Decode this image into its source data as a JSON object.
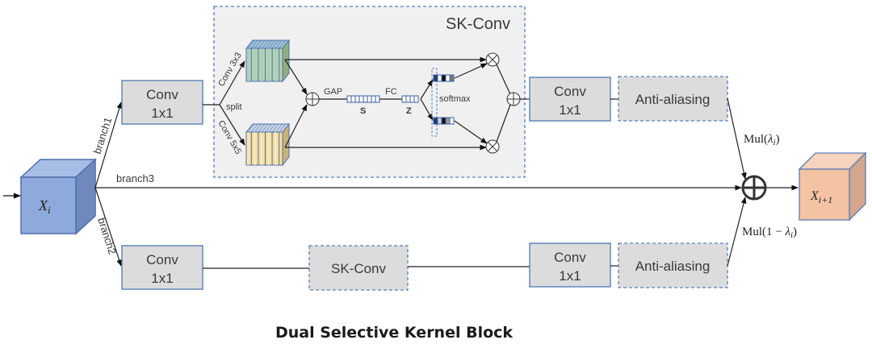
{
  "title": "Dual Selective Kernel Block",
  "input": {
    "label": "X",
    "sub": "i"
  },
  "output": {
    "label": "X",
    "sub": "i+1"
  },
  "branches": {
    "b1": "branch1",
    "b2": "branch2",
    "b3": "branch3"
  },
  "blocks": {
    "conv_top_left": [
      "Conv",
      "1x1"
    ],
    "conv_bottom_left": [
      "Conv",
      "1x1"
    ],
    "conv_top_right": [
      "Conv",
      "1x1"
    ],
    "conv_bottom_right": [
      "Conv",
      "1x1"
    ],
    "anti_top": "Anti-aliasing",
    "anti_bottom": "Anti-aliasing",
    "skconv_small": "SK-Conv"
  },
  "skconv": {
    "title": "SK-Conv",
    "split": "split",
    "conv3": "Conv 3x3",
    "conv5": "Conv 5x5",
    "gap": "GAP",
    "fc": "FC",
    "s": "S",
    "z": "Z",
    "softmax": "softmax"
  },
  "mul_top": {
    "prefix": "Mul(",
    "var": "λ",
    "sub": "i",
    "suffix": ")"
  },
  "mul_bottom": {
    "prefix": "Mul(1 − ",
    "var": "λ",
    "sub": "i",
    "suffix": ")"
  },
  "colors": {
    "block_fill": "#dcdcdc",
    "block_stroke": "#5b7fb5",
    "sk_bg": "#f0f0f0",
    "input_cube": "#8ea9db",
    "output_cube": "#f4c3a4",
    "fm3": "#b5d3b0",
    "fm5": "#f3dfa2"
  }
}
